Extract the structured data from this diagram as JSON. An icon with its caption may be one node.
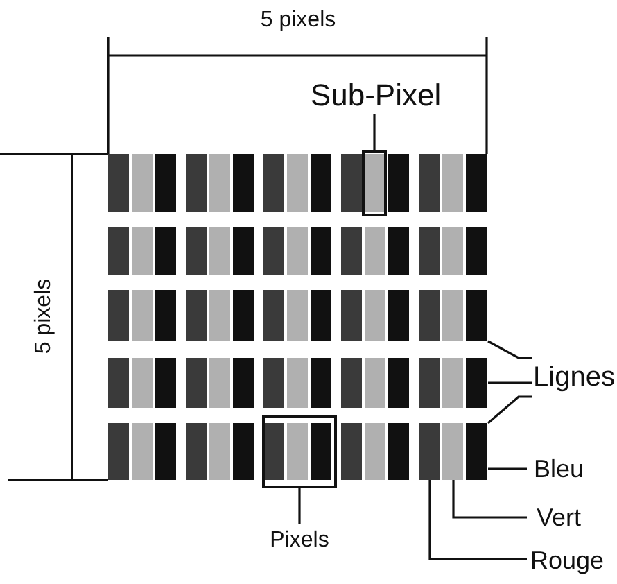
{
  "diagram": {
    "nodes": [
      {
        "text": [
          "Sub-Pixel"
        ]
      },
      {
        "text": [],
        "shape": "box"
      },
      {
        "text": [],
        "shape": "bar"
      },
      {
        "text": [],
        "shape": "bar"
      },
      {
        "text": [],
        "shape": "bar"
      },
      {
        "text": [],
        "shape": "bar"
      },
      {
        "text": [],
        "shape": "bar"
      },
      {
        "text": [
          "Lignes"
        ]
      },
      {
        "text": [
          "Bleu"
        ]
      },
      {
        "text": [
          "Vert"
        ]
      },
      {
        "text": [
          "Rouge"
        ]
      },
      {
        "text": [],
        "shape": "box"
      },
      {
        "text": [
          "Pixels"
        ]
      }
    ],
    "edges": [
      {
        "from": 0,
        "to": 1,
        "arrow": "none"
      },
      {
        "from": 7,
        "to": 4,
        "arrow": "none"
      },
      {
        "from": 7,
        "to": 5,
        "arrow": "none"
      },
      {
        "from": 7,
        "to": 6,
        "arrow": "none"
      },
      {
        "from": 8,
        "to": 6,
        "arrow": "none"
      },
      {
        "from": 9,
        "to": 6,
        "arrow": "none"
      },
      {
        "from": 10,
        "to": 6,
        "arrow": "none"
      },
      {
        "from": 12,
        "to": 11,
        "arrow": "none"
      }
    ],
    "labels": [
      "5 pixels",
      "5 pixels"
    ]
  }
}
